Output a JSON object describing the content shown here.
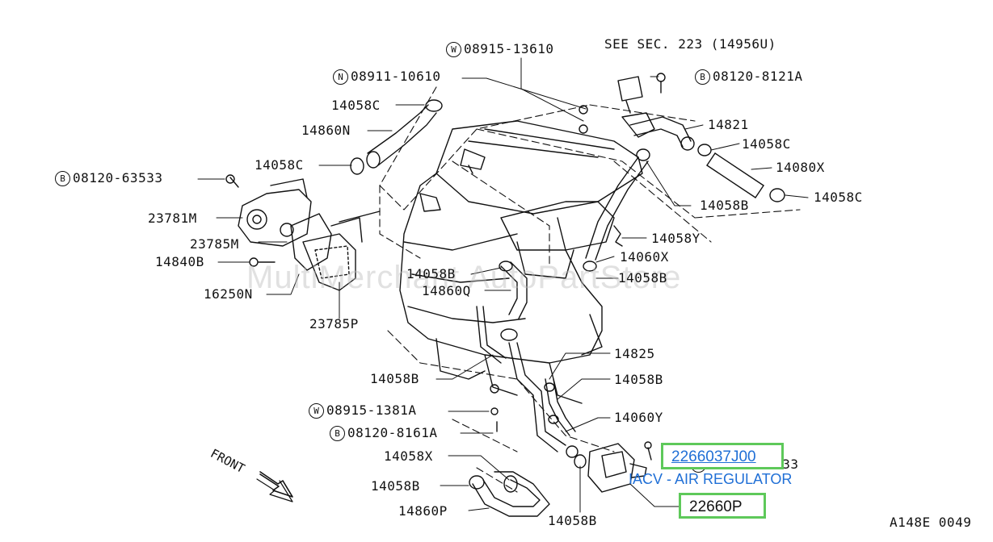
{
  "labels": {
    "p08915_13610": "08915-13610",
    "see_sec": "SEE SEC. 223 (14956U)",
    "p08120_8121A": "08120-8121A",
    "p08911_10610": "08911-10610",
    "p14058C_a": "14058C",
    "p14860N": "14860N",
    "p14821": "14821",
    "p14058C_b": "14058C",
    "p14058C_c": "14058C",
    "p14080X": "14080X",
    "p08120_63533": "08120-63533",
    "p14058C_d": "14058C",
    "p14058B_a": "14058B",
    "p23781M": "23781M",
    "p23785M": "23785M",
    "p14058Y": "14058Y",
    "p14840B": "14840B",
    "p14060X": "14060X",
    "p14058B_b": "14058B",
    "p14058B_c": "14058B",
    "p14860Q": "14860Q",
    "p16250N": "16250N",
    "p23785P": "23785P",
    "p14825": "14825",
    "p14058B_d": "14058B",
    "p14058B_e": "14058B",
    "p08915_1381A": "08915-1381A",
    "p14060Y": "14060Y",
    "p08120_8161A": "08120-8161A",
    "p14058X": "14058X",
    "p08120_61633": "08120-61633",
    "p14058B_f": "14058B",
    "p14860P": "14860P",
    "p14058B_g": "14058B",
    "ref_code": "A148E 0049"
  },
  "circles": {
    "W": "W",
    "N": "N",
    "B": "B"
  },
  "highlights": {
    "part_number_link": "2266037J00",
    "part_22660P": "22660P"
  },
  "note": "IACV - AIR REGULATOR",
  "watermark": "MultiMerchant AutoPartStore",
  "front_label": "FRONT"
}
